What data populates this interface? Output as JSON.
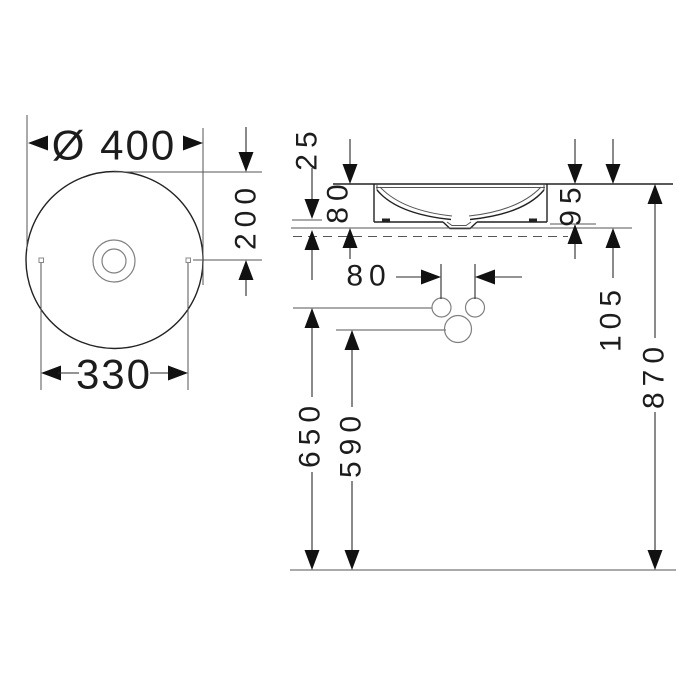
{
  "drawing": {
    "kind": "washbasin dimensional drawing",
    "colors": {
      "object_line": "#222222",
      "dimension_line": "#2a2a2a",
      "extension_line": "#555555",
      "light_line": "#808080",
      "background": "#ffffff"
    },
    "top_view": {
      "diameter": "Ø 400",
      "depth_200": "200",
      "width_330": "330"
    },
    "side_view": {
      "dim_25": "25",
      "dim_80_height": "80",
      "dim_95": "95",
      "dim_105": "105",
      "dim_80_holes": "80",
      "dim_650": "650",
      "dim_590": "590",
      "dim_870": "870"
    }
  }
}
